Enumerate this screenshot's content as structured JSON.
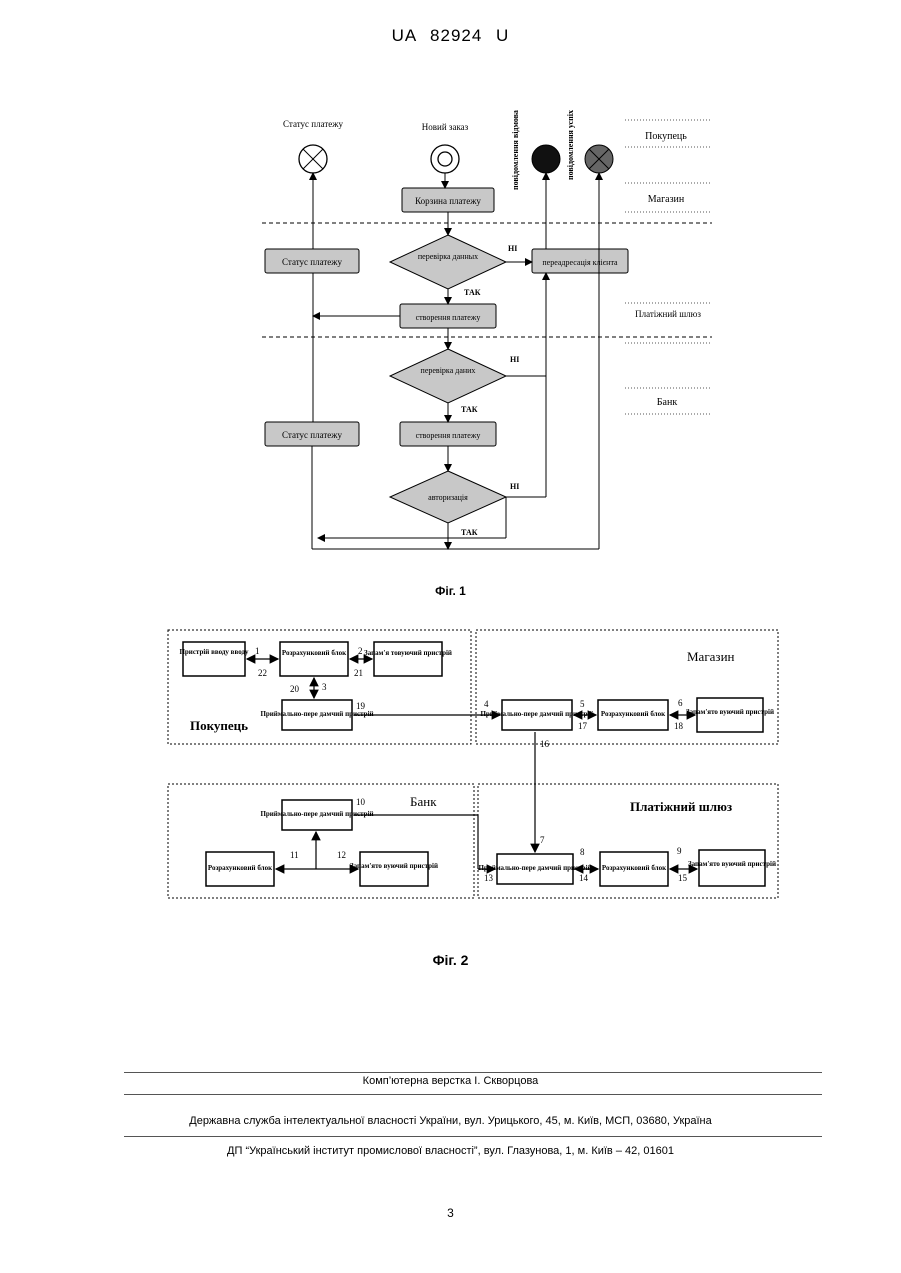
{
  "header": "UA 82924 U",
  "fig1": {
    "caption": "Фіг. 1",
    "lanes": [
      "Покупець",
      "Магазин",
      "Платіжний шлюз",
      "Банк"
    ],
    "start_payment_status": "Статус платежу",
    "start_new_order": "Новий заказ",
    "msg_refusal": "повідомлення відмова",
    "msg_success": "повідомлення успіх",
    "basket": "Корзина платежу",
    "check_data": "перевірка данных",
    "check_data2": "перевірка даних",
    "redirect": "переадресація клієнта",
    "status1": "Статус платежу",
    "status2": "Статус платежу",
    "create_payment1": "створення платежу",
    "create_payment2": "створення платежу",
    "authorization": "авторизація",
    "no": "НІ",
    "yes": "ТАК"
  },
  "fig2": {
    "caption": "Фіг. 2",
    "regions": {
      "buyer": "Покупець",
      "shop": "Магазин",
      "bank": "Банк",
      "gateway": "Платіжний шлюз"
    },
    "buyer": {
      "input": "Пристрій вводу вводу",
      "compute": "Розрахунковий блок",
      "memory": "Запам'я товуючий пристрій",
      "transceiver": "Приймально-пере дамчий пристрій"
    },
    "shop": {
      "transceiver": "Приймально-пере дамчий пристрій",
      "compute": "Розрахунковий блок",
      "memory": "Запам'ято вуючий пристрій"
    },
    "bank": {
      "transceiver": "Приймально-пере дамчий пристрій",
      "compute": "Розрахунковий блок",
      "memory": "Запам'ято вуючий пристрій"
    },
    "gateway": {
      "transceiver": "Приймально-пере дамчий пристрій",
      "compute": "Розрахунковий блок",
      "memory": "Запам'ято вуючий пристрій"
    },
    "numbers": [
      "1",
      "2",
      "3",
      "4",
      "5",
      "6",
      "7",
      "8",
      "9",
      "10",
      "11",
      "12",
      "13",
      "14",
      "15",
      "16",
      "17",
      "18",
      "19",
      "20",
      "21",
      "22"
    ]
  },
  "footer": {
    "line1": "Комп’ютерна верстка І. Скворцова",
    "line2": "Державна служба інтелектуальної власності України, вул. Урицького, 45, м. Київ, МСП, 03680, Україна",
    "line3": "ДП “Український інститут промислової власності”, вул. Глазунова, 1, м. Київ – 42, 01601"
  },
  "page_number": "3"
}
